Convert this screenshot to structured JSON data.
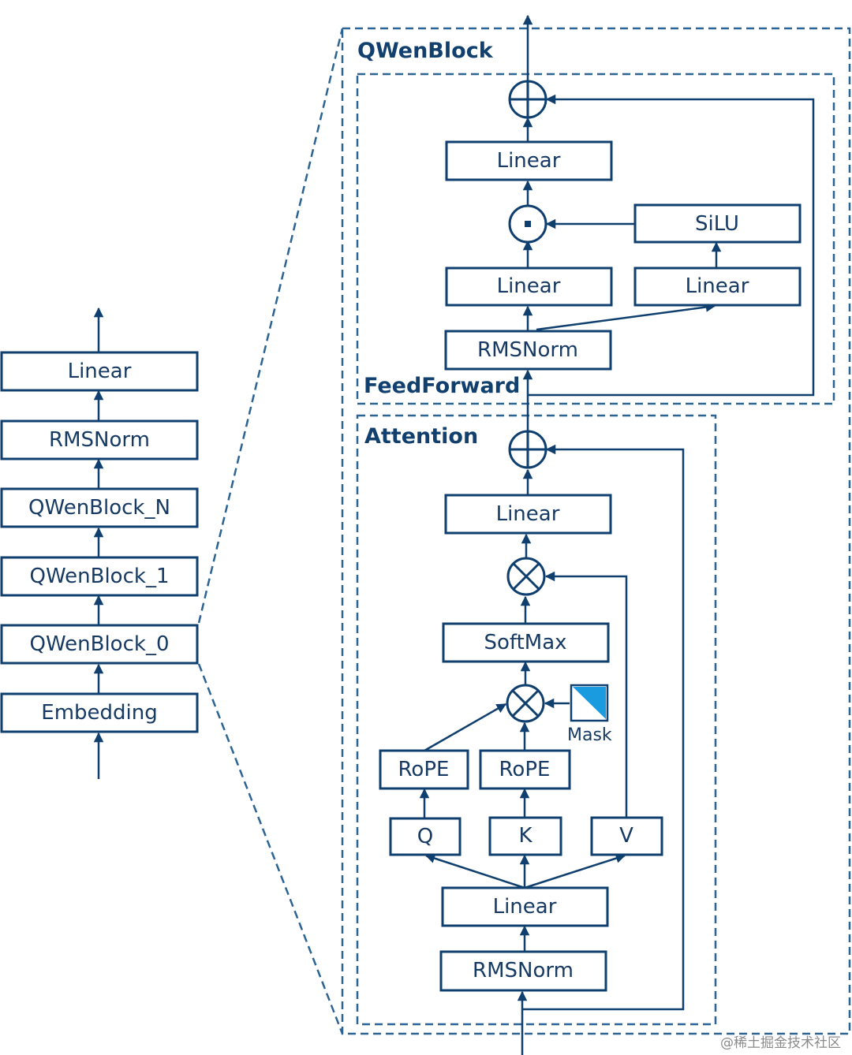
{
  "outer_stack": {
    "linear": "Linear",
    "rmsnorm": "RMSNorm",
    "block_n": "QWenBlock_N",
    "block_1": "QWenBlock_1",
    "block_0": "QWenBlock_0",
    "embedding": "Embedding"
  },
  "qwenblock": {
    "title": "QWenBlock",
    "feedforward": {
      "title": "FeedForward",
      "out_linear": "Linear",
      "silu": "SiLU",
      "linear_left": "Linear",
      "linear_right": "Linear",
      "rmsnorm": "RMSNorm",
      "product_symbol": "·"
    },
    "attention": {
      "title": "Attention",
      "out_linear": "Linear",
      "softmax": "SoftMax",
      "mask": "Mask",
      "rope_q": "RoPE",
      "rope_k": "RoPE",
      "q": "Q",
      "k": "K",
      "v": "V",
      "in_linear": "Linear",
      "rmsnorm": "RMSNorm"
    }
  },
  "watermark": "@稀土掘金技术社区",
  "colors": {
    "stroke": "#0f3f6e",
    "text": "#163a63",
    "mask_fill": "#1a9be0"
  }
}
